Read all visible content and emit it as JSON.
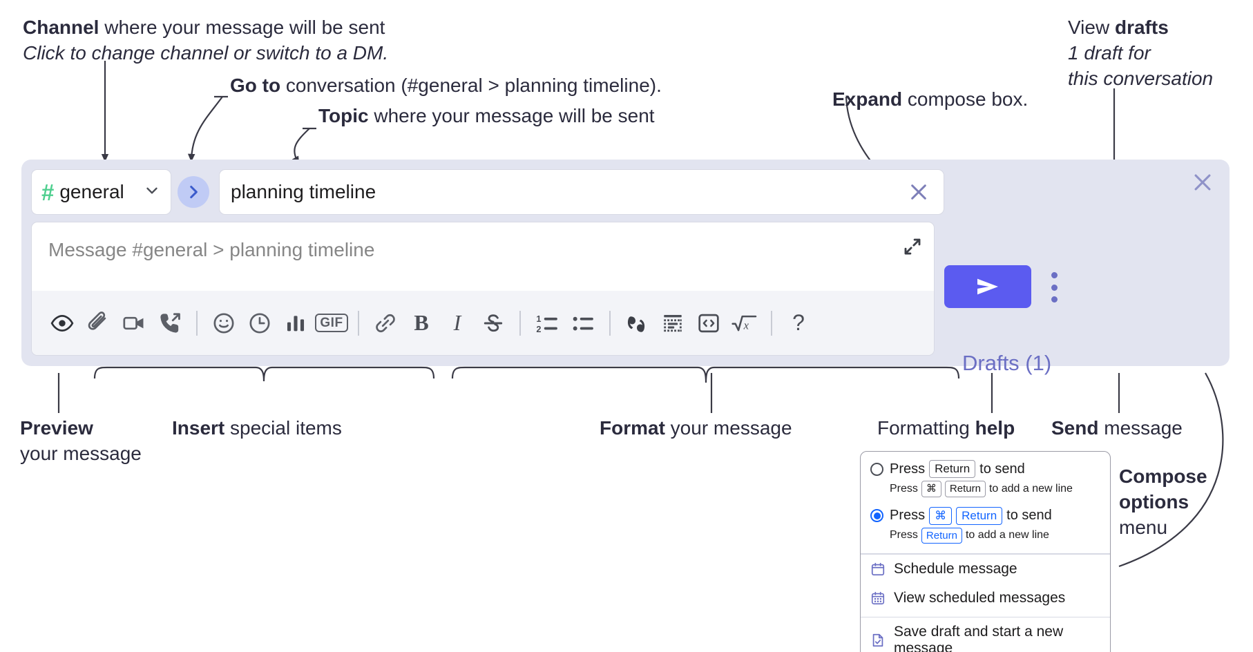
{
  "annotations": {
    "channel": {
      "bold": "Channel",
      "rest": " where your message will be sent",
      "italic": "Click to change channel or switch to a DM."
    },
    "goto": {
      "bold": "Go to",
      "rest": " conversation (#general > planning timeline)."
    },
    "topic": {
      "bold": "Topic",
      "rest": " where your message will be sent"
    },
    "expand": {
      "bold": "Expand",
      "rest": " compose box."
    },
    "drafts": {
      "plain": "View ",
      "bold": "drafts",
      "italic1": "1 draft for",
      "italic2": "this conversation"
    },
    "preview": {
      "bold": "Preview",
      "rest": "your message"
    },
    "insert": {
      "bold": "Insert",
      "rest": " special items"
    },
    "format": {
      "bold": "Format",
      "rest": " your message"
    },
    "help": {
      "plain": "Formatting ",
      "bold": "help"
    },
    "send": {
      "bold": "Send",
      "rest": " message"
    },
    "compose_options": {
      "bold1": "Compose",
      "bold2": "options",
      "rest": "menu"
    }
  },
  "compose": {
    "channel": {
      "hash": "#",
      "name": "general",
      "chevron_icon": "chevron-down-icon"
    },
    "goto_button": {
      "icon": "chevron-right-icon"
    },
    "topic": {
      "value": "planning timeline",
      "clear_icon": "close-icon"
    },
    "message": {
      "placeholder": "Message #general > planning timeline",
      "expand_icon": "expand-icon"
    },
    "toolbar": [
      {
        "name": "preview-icon",
        "type": "eye"
      },
      {
        "name": "attachment-icon",
        "type": "paperclip"
      },
      {
        "name": "video-icon",
        "type": "video"
      },
      {
        "name": "huddle-icon",
        "type": "phone-outgoing"
      },
      {
        "name": "separator-1",
        "type": "sep"
      },
      {
        "name": "emoji-icon",
        "type": "smiley"
      },
      {
        "name": "reminder-icon",
        "type": "clock"
      },
      {
        "name": "poll-icon",
        "type": "barchart"
      },
      {
        "name": "gif-icon",
        "type": "gif"
      },
      {
        "name": "separator-2",
        "type": "sep"
      },
      {
        "name": "link-icon",
        "type": "link"
      },
      {
        "name": "bold-icon",
        "type": "bold",
        "glyph": "B"
      },
      {
        "name": "italic-icon",
        "type": "italic",
        "glyph": "I"
      },
      {
        "name": "strikethrough-icon",
        "type": "strike"
      },
      {
        "name": "separator-3",
        "type": "sep"
      },
      {
        "name": "ordered-list-icon",
        "type": "ordered-list"
      },
      {
        "name": "bulleted-list-icon",
        "type": "bulleted-list"
      },
      {
        "name": "separator-4",
        "type": "sep"
      },
      {
        "name": "blockquote-icon",
        "type": "quote"
      },
      {
        "name": "code-block-icon",
        "type": "codeblock"
      },
      {
        "name": "code-snippet-icon",
        "type": "code"
      },
      {
        "name": "math-icon",
        "type": "math"
      },
      {
        "name": "separator-5",
        "type": "sep"
      },
      {
        "name": "formatting-help-icon",
        "type": "qmark",
        "glyph": "?"
      }
    ],
    "drafts_label": "Drafts (1)",
    "drafts_close_icon": "close-icon",
    "send_icon": "paper-plane-icon",
    "more_options_icon": "kebab-menu-icon"
  },
  "options_menu": {
    "radio_options": [
      {
        "selected": false,
        "press": "Press",
        "keys": [
          "Return"
        ],
        "action": "to send",
        "sub_press": "Press",
        "sub_keys": [
          "⌘",
          "Return"
        ],
        "sub_action": "to add a new line"
      },
      {
        "selected": true,
        "press": "Press",
        "keys": [
          "⌘",
          "Return"
        ],
        "action": "to send",
        "sub_press": "Press",
        "sub_keys": [
          "Return"
        ],
        "sub_action": "to add a new line"
      }
    ],
    "items": [
      {
        "icon": "calendar-icon",
        "label": "Schedule message"
      },
      {
        "icon": "calendar-grid-icon",
        "label": "View scheduled messages"
      },
      {
        "icon": "save-draft-icon",
        "label": "Save draft and start a new message",
        "divider_above": true
      }
    ]
  },
  "colors": {
    "compose_bg": "#e2e4f0",
    "accent_purple": "#6b6fc4",
    "send_button": "#5b5bf0",
    "channel_hash_green": "#4fcf8f",
    "goto_blue": "#c0cbf5",
    "key_blue": "#1264ff",
    "text_dark": "#2b2b3d"
  }
}
